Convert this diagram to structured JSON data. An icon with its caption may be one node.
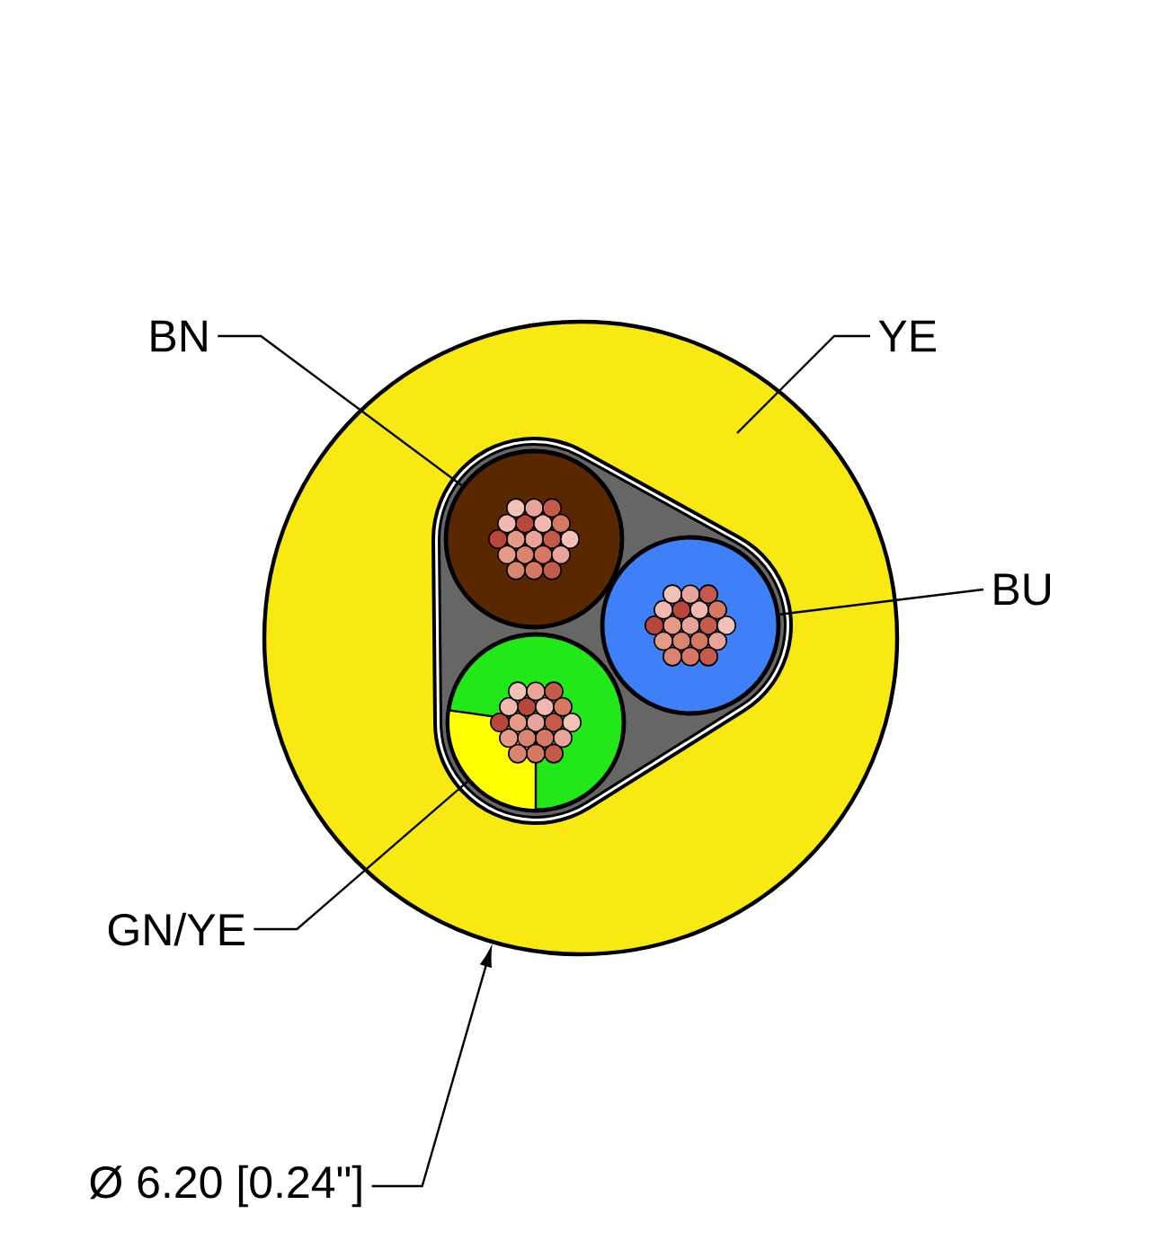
{
  "diagram": {
    "nodes": [
      {
        "text": [
          "BN"
        ]
      },
      {
        "text": [
          "YE"
        ]
      },
      {
        "text": [
          "BU"
        ]
      },
      {
        "text": [
          "GN/YE"
        ]
      },
      {
        "text": [
          "Ø 6.20 [0.24\"]"
        ]
      },
      {
        "text": [],
        "shape": "circle"
      },
      {
        "text": [],
        "shape": "circle",
        "in": 5
      },
      {
        "text": [],
        "shape": "circle",
        "in": 5
      },
      {
        "text": [],
        "shape": "circle",
        "in": 5
      }
    ],
    "edges": [
      {
        "from": 0,
        "to": 6,
        "arrow": "none"
      },
      {
        "from": 1,
        "to": 5,
        "arrow": "none"
      },
      {
        "from": 2,
        "to": 7,
        "arrow": "none"
      },
      {
        "from": 3,
        "to": 8,
        "arrow": "none"
      },
      {
        "from": 4,
        "to": 5,
        "arrow": "to"
      }
    ]
  }
}
